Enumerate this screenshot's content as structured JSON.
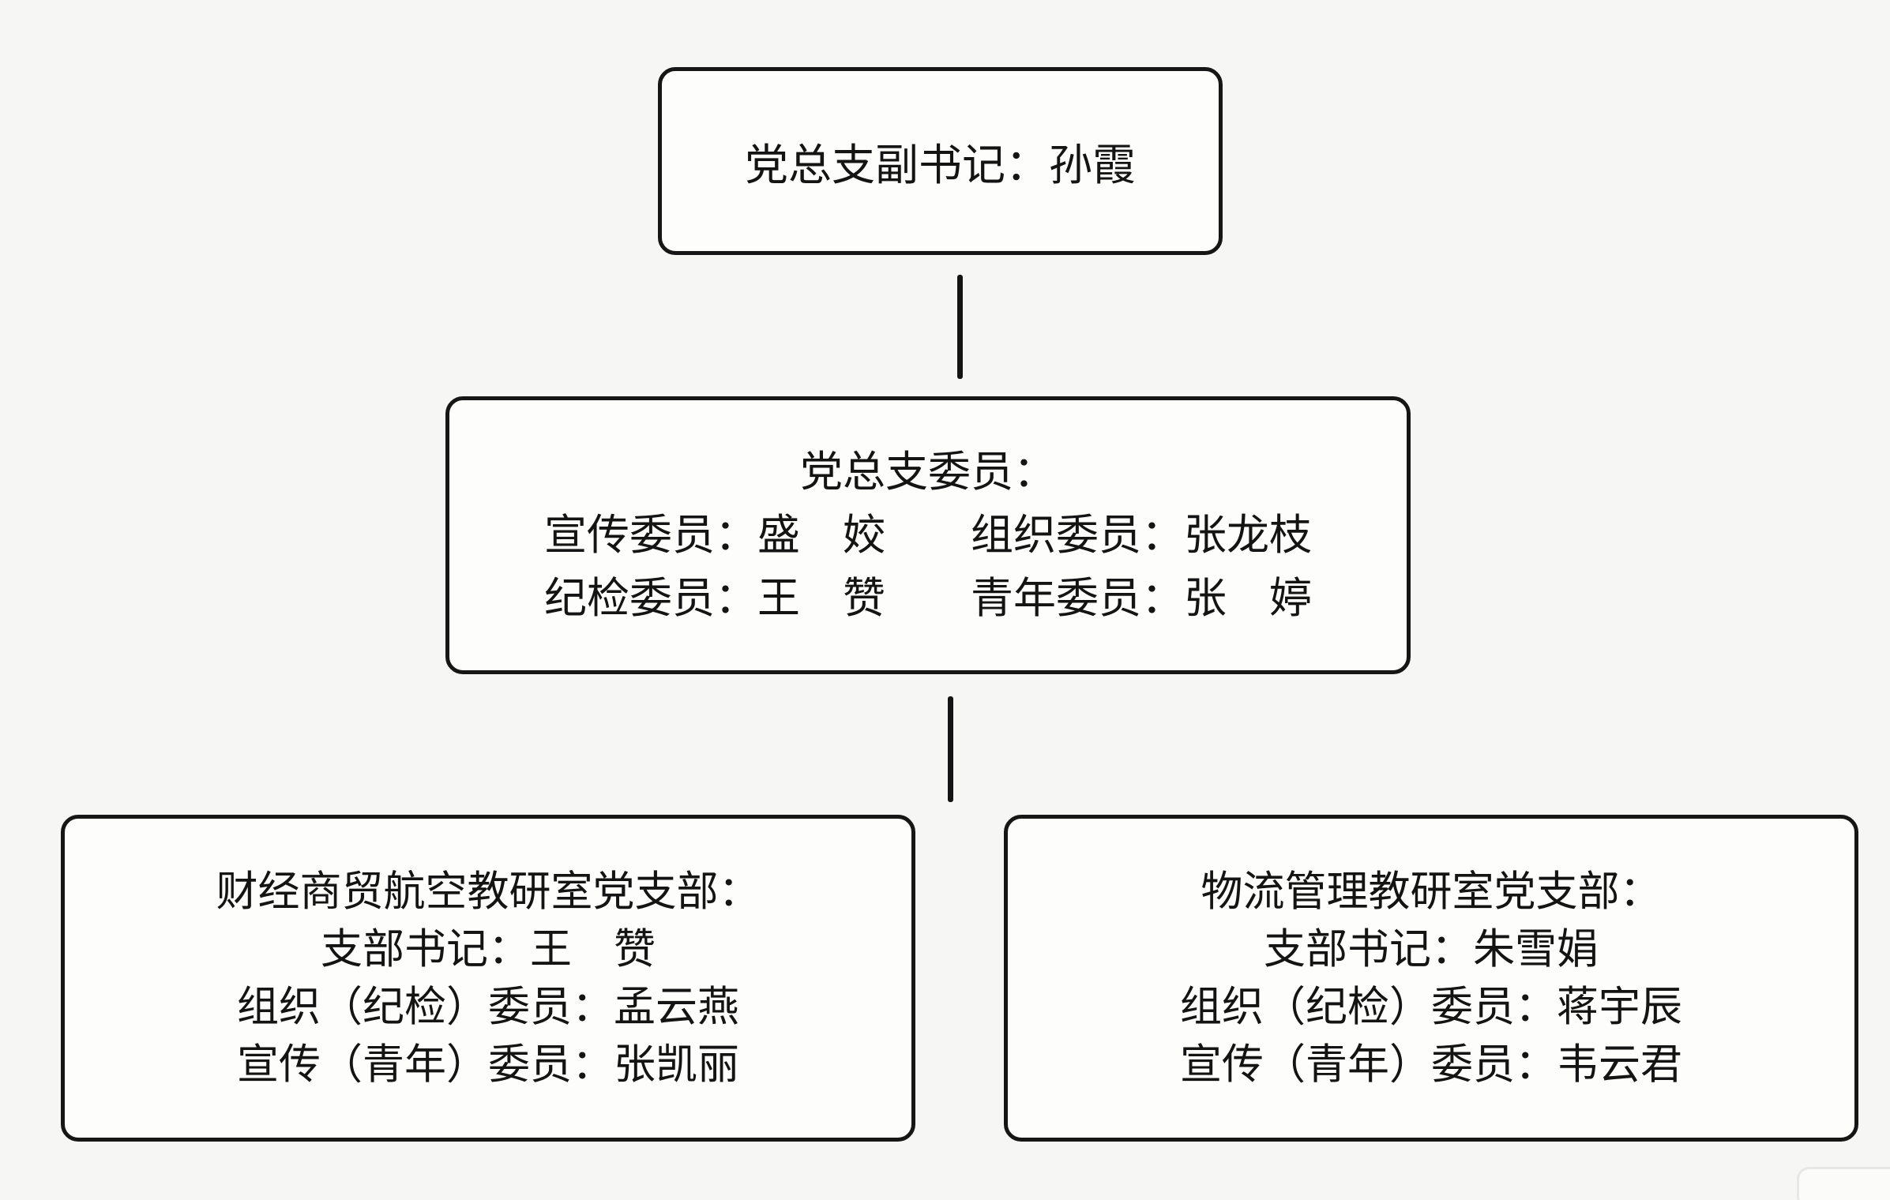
{
  "background": "#f6f6f4",
  "ink": "#141414",
  "diagram": {
    "type": "org-chart",
    "nodes": {
      "deputy_secretary": {
        "role": "党总支副书记",
        "lines": [
          "党总支副书记：孙霞"
        ]
      },
      "committee": {
        "role": "党总支委员",
        "lines": [
          "党总支委员：",
          "宣传委员：盛　姣　　组织委员：张龙枝",
          "纪检委员：王　赞　　青年委员：张　婷"
        ]
      },
      "branch_left": {
        "role": "财经商贸航空教研室党支部",
        "lines": [
          "财经商贸航空教研室党支部：",
          "支部书记：王　赞",
          "组织（纪检）委员：孟云燕",
          "宣传（青年）委员：张凯丽"
        ]
      },
      "branch_right": {
        "role": "物流管理教研室党支部",
        "lines": [
          "物流管理教研室党支部：",
          "支部书记：朱雪娟",
          "组织（纪检）委员：蒋宇辰",
          "宣传（青年）委员：韦云君"
        ]
      }
    },
    "edges": [
      {
        "from": "deputy_secretary",
        "to": "committee"
      },
      {
        "from": "committee",
        "to": "branches"
      }
    ]
  }
}
